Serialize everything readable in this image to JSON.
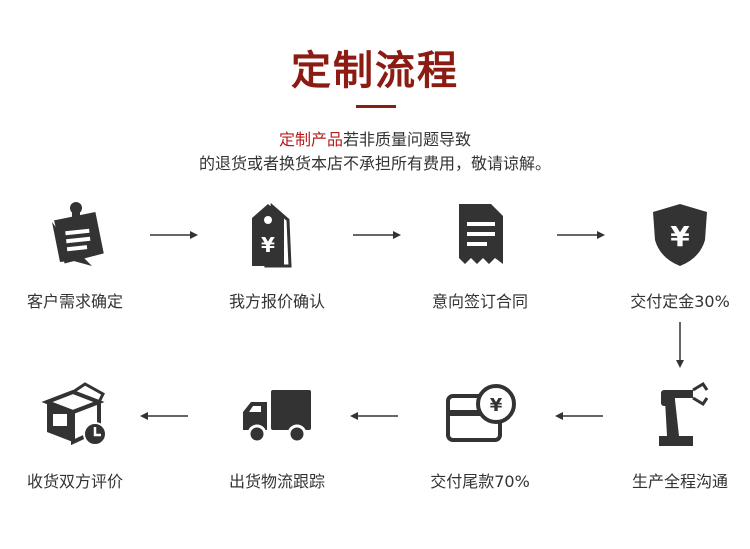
{
  "title": "定制流程",
  "notice": {
    "line1_highlight": "定制产品",
    "line1_rest": "若非质量问题导致",
    "line2": "的退货或者换货本店不承担所有费用，敬请谅解。"
  },
  "steps": [
    {
      "label": "客户需求确定",
      "icon": "pinned-note-icon"
    },
    {
      "label": "我方报价确认",
      "icon": "price-tag-icon"
    },
    {
      "label": "意向签订合同",
      "icon": "contract-document-icon"
    },
    {
      "label": "交付定金30%",
      "icon": "yuan-shield-icon"
    },
    {
      "label": "生产全程沟通",
      "icon": "robot-arm-icon"
    },
    {
      "label": "交付尾款70%",
      "icon": "card-yuan-icon"
    },
    {
      "label": "出货物流跟踪",
      "icon": "delivery-truck-icon"
    },
    {
      "label": "收货双方评价",
      "icon": "package-clock-icon"
    }
  ],
  "colors": {
    "accent": "#8c1c13",
    "highlight": "#b81c1c",
    "icon": "#333333"
  }
}
